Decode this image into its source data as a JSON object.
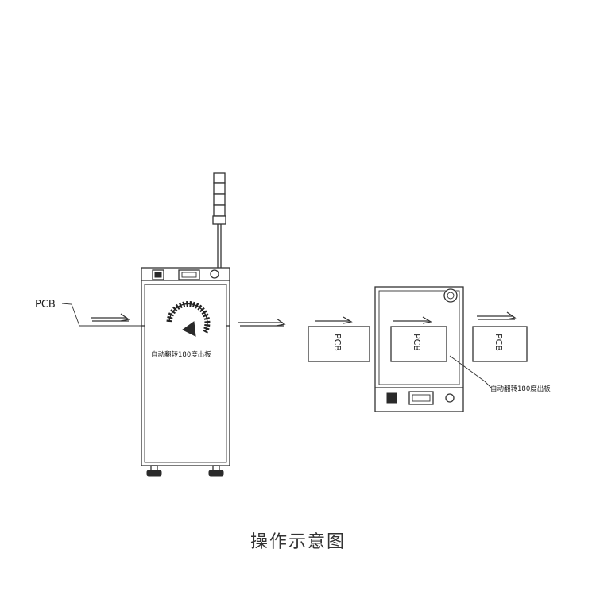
{
  "diagram": {
    "input_label": "PCB",
    "flipper_label": "自动翻转180度出板",
    "buffer_label": "自动翻转180度出板",
    "board_labels": [
      "PCB",
      "PCB",
      "PCB"
    ]
  },
  "caption": "操作示意图"
}
